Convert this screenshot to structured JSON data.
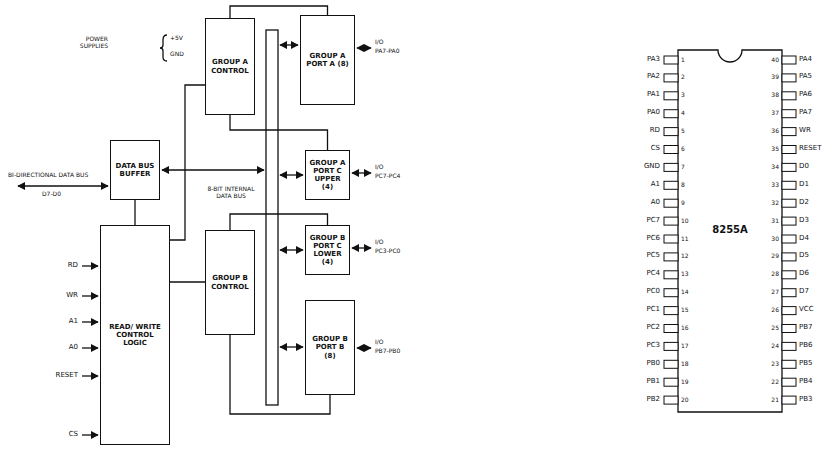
{
  "diagram": {
    "nodes": [
      {
        "text": [
          "GROUP A CONTROL"
        ]
      },
      {
        "text": [
          "GROUP A PORT A (8)"
        ]
      },
      {
        "text": [
          "GROUP A PORT C UPPER (4)"
        ]
      },
      {
        "text": [
          "DATA BUS BUFFER"
        ]
      },
      {
        "text": [
          "GROUP B PORT C LOWER (4)"
        ]
      },
      {
        "text": [
          "GROUP B CONTROL"
        ]
      },
      {
        "text": [
          "GROUP B PORT B (8)"
        ]
      },
      {
        "text": [
          "READ/ WRITE CONTROL LOGIC"
        ]
      }
    ],
    "edges": [
      {
        "from": 0,
        "to": 1,
        "arrow": "none"
      },
      {
        "from": 0,
        "to": 2,
        "arrow": "none"
      },
      {
        "from": 5,
        "to": 4,
        "arrow": "none"
      },
      {
        "from": 5,
        "to": 6,
        "arrow": "none"
      },
      {
        "from": 7,
        "to": 0,
        "arrow": "none"
      },
      {
        "from": 7,
        "to": 5,
        "arrow": "none"
      },
      {
        "from": 7,
        "to": 3,
        "arrow": "none"
      }
    ],
    "labels": [
      "POWER SUPPLIES",
      "+5V",
      "GND",
      "BI-DIRECTIONAL DATA BUS",
      "D7-D0",
      "RD",
      "WR",
      "A1",
      "A0",
      "RESET",
      "CS",
      "8-BIT INTERNAL DATA BUS",
      "I/O",
      "PA7-PA0",
      "I/O",
      "PC7-PC4",
      "I/O",
      "PC3-PC0",
      "I/O",
      "PB7-PB0",
      "8255A",
      "PA3",
      "1",
      "PA2",
      "2",
      "PA1",
      "3",
      "PA0",
      "4",
      "RD",
      "5",
      "CS",
      "6",
      "GND",
      "7",
      "A1",
      "8",
      "A0",
      "9",
      "PC7",
      "10",
      "PC6",
      "11",
      "PC5",
      "12",
      "PC4",
      "13",
      "PC0",
      "14",
      "PC1",
      "15",
      "PC2",
      "16",
      "PC3",
      "17",
      "PB0",
      "18",
      "PB1",
      "19",
      "PB2",
      "20",
      "PB3",
      "21",
      "PB4",
      "22",
      "PB5",
      "23",
      "PB6",
      "24",
      "PB7",
      "25",
      "VCC",
      "26",
      "D7",
      "27",
      "D6",
      "28",
      "D5",
      "29",
      "D4",
      "30",
      "D3",
      "31",
      "D2",
      "32",
      "D1",
      "33",
      "D0",
      "34",
      "RESET",
      "35",
      "WR",
      "36",
      "PA7",
      "37",
      "PA6",
      "38",
      "PA5",
      "39",
      "PA4",
      "40"
    ]
  }
}
